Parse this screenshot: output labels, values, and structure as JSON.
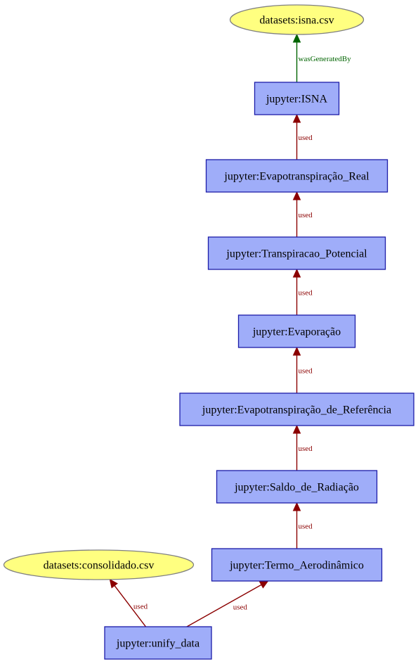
{
  "colors": {
    "activity_fill": "#9fadf9",
    "activity_stroke": "#1c1ca8",
    "entity_fill": "#ffff80",
    "entity_stroke": "#808080",
    "used_edge": "#8b0000",
    "generated_edge": "#006400"
  },
  "nodes": [
    {
      "id": "isna_csv",
      "label": "datasets:isna.csv",
      "kind": "entity"
    },
    {
      "id": "isna",
      "label": "jupyter:ISNA",
      "kind": "activity"
    },
    {
      "id": "evap_real",
      "label": "jupyter:Evapotranspiração_Real",
      "kind": "activity"
    },
    {
      "id": "transp_pot",
      "label": "jupyter:Transpiracao_Potencial",
      "kind": "activity"
    },
    {
      "id": "evaporacao",
      "label": "jupyter:Evaporação",
      "kind": "activity"
    },
    {
      "id": "evap_ref",
      "label": "jupyter:Evapotranspiração_de_Referência",
      "kind": "activity"
    },
    {
      "id": "saldo_rad",
      "label": "jupyter:Saldo_de_Radiação",
      "kind": "activity"
    },
    {
      "id": "termo_aero",
      "label": "jupyter:Termo_Aerodinâmico",
      "kind": "activity"
    },
    {
      "id": "consolidado_csv",
      "label": "datasets:consolidado.csv",
      "kind": "entity"
    },
    {
      "id": "unify",
      "label": "jupyter:unify_data",
      "kind": "activity"
    }
  ],
  "edges": [
    {
      "from": "isna",
      "to": "isna_csv",
      "label": "wasGeneratedBy",
      "kind": "generated"
    },
    {
      "from": "evap_real",
      "to": "isna",
      "label": "used",
      "kind": "used"
    },
    {
      "from": "transp_pot",
      "to": "evap_real",
      "label": "used",
      "kind": "used"
    },
    {
      "from": "evaporacao",
      "to": "transp_pot",
      "label": "used",
      "kind": "used"
    },
    {
      "from": "evap_ref",
      "to": "evaporacao",
      "label": "used",
      "kind": "used"
    },
    {
      "from": "saldo_rad",
      "to": "evap_ref",
      "label": "used",
      "kind": "used"
    },
    {
      "from": "termo_aero",
      "to": "saldo_rad",
      "label": "used",
      "kind": "used"
    },
    {
      "from": "unify",
      "to": "consolidado_csv",
      "label": "used",
      "kind": "used"
    },
    {
      "from": "unify",
      "to": "termo_aero",
      "label": "used",
      "kind": "used"
    }
  ]
}
